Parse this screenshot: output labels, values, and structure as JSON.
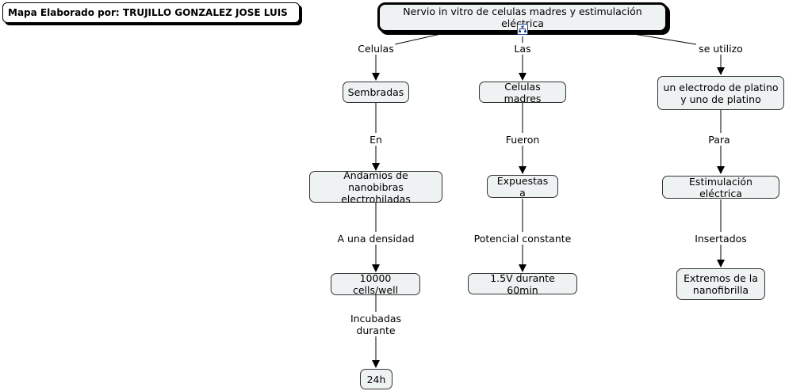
{
  "credit": "Mapa Elaborado por: TRUJILLO GONZALEZ JOSE LUIS",
  "root": "Nervio in vitro de celulas madres y estimulación eléctrica",
  "root_icon": "concept-map-icon",
  "branches": [
    {
      "link": "Celulas",
      "nodes": [
        "Sembradas",
        "Andamios de nanobibras\nelectrohiladas",
        "10000 cells/well",
        "24h"
      ],
      "links": [
        "En",
        "A una densidad",
        "Incubadas\ndurante"
      ]
    },
    {
      "link": "Las",
      "nodes": [
        "Celulas madres",
        "Expuestas a",
        "1.5V durante 60min"
      ],
      "links": [
        "Fueron",
        "Potencial constante"
      ]
    },
    {
      "link": "se utilizo",
      "nodes": [
        "un electrodo de platino\ny uno de platino",
        "Estimulación eléctrica",
        "Extremos de la\nnanofibrilla"
      ],
      "links": [
        "Para",
        "Insertados"
      ]
    }
  ]
}
